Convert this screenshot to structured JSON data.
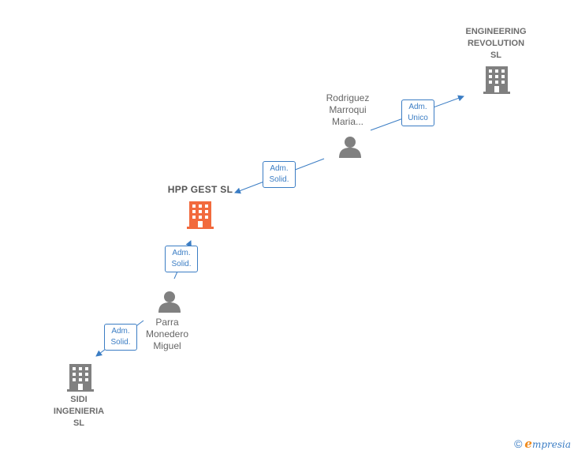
{
  "nodes": {
    "engineering": "ENGINEERING\nREVOLUTION\nSL",
    "rodriguez": "Rodriguez\nMarroqui\nMaria...",
    "hpp": "HPP GEST  SL",
    "parra": "Parra\nMonedero\nMiguel",
    "sidi": "SIDI\nINGENIERIA\nSL"
  },
  "roles": {
    "rodriguez_engineering": "Adm.\nUnico",
    "rodriguez_hpp": "Adm.\nSolid.",
    "parra_hpp": "Adm.\nSolid.",
    "parra_sidi": "Adm.\nSolid."
  },
  "footer": {
    "copyright": "©",
    "brand_first": "e",
    "brand_rest": "mpresia"
  },
  "colors": {
    "edge": "#3b7dc4",
    "company": "#808080",
    "company_main": "#f26a3d",
    "person": "#808080"
  }
}
